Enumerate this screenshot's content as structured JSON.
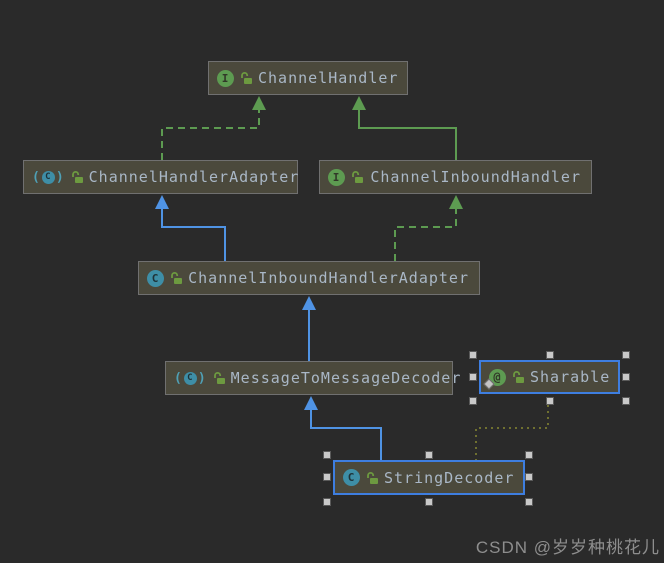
{
  "diagram": {
    "nodes": [
      {
        "id": "channel-handler",
        "label": "ChannelHandler",
        "kind": "interface"
      },
      {
        "id": "channel-handler-adapter",
        "label": "ChannelHandlerAdapter",
        "kind": "abstract-class"
      },
      {
        "id": "channel-inbound-handler",
        "label": "ChannelInboundHandler",
        "kind": "interface"
      },
      {
        "id": "channel-inbound-handler-adapter",
        "label": "ChannelInboundHandlerAdapter",
        "kind": "class"
      },
      {
        "id": "message-to-message-decoder",
        "label": "MessageToMessageDecoder",
        "kind": "abstract-class"
      },
      {
        "id": "sharable",
        "label": "Sharable",
        "kind": "annotation",
        "selected": true
      },
      {
        "id": "string-decoder",
        "label": "StringDecoder",
        "kind": "class",
        "selected": true
      }
    ],
    "edges": [
      {
        "from": "ChannelHandlerAdapter",
        "to": "ChannelHandler",
        "relation": "implements",
        "style": "green-dashed"
      },
      {
        "from": "ChannelInboundHandler",
        "to": "ChannelHandler",
        "relation": "extends",
        "style": "green-solid"
      },
      {
        "from": "ChannelInboundHandlerAdapter",
        "to": "ChannelHandlerAdapter",
        "relation": "extends",
        "style": "blue-solid"
      },
      {
        "from": "ChannelInboundHandlerAdapter",
        "to": "ChannelInboundHandler",
        "relation": "implements",
        "style": "green-dashed"
      },
      {
        "from": "MessageToMessageDecoder",
        "to": "ChannelInboundHandlerAdapter",
        "relation": "extends",
        "style": "blue-solid"
      },
      {
        "from": "StringDecoder",
        "to": "MessageToMessageDecoder",
        "relation": "extends",
        "style": "blue-solid"
      },
      {
        "from": "StringDecoder",
        "to": "Sharable",
        "relation": "annotated-with",
        "style": "olive-dotted"
      }
    ],
    "colors": {
      "background": "#2a2a2a",
      "node_fill": "#4b493c",
      "node_border": "#707070",
      "selection_blue": "#3e7ee0",
      "extends_blue": "#4f93e4",
      "implements_green": "#5d9b51",
      "annotation_olive": "#6f7030",
      "label_text": "#a9b7c6",
      "interface_icon_green": "#5d9b51",
      "class_icon_teal": "#3e8ea6"
    }
  },
  "watermark": "CSDN @岁岁种桃花儿"
}
